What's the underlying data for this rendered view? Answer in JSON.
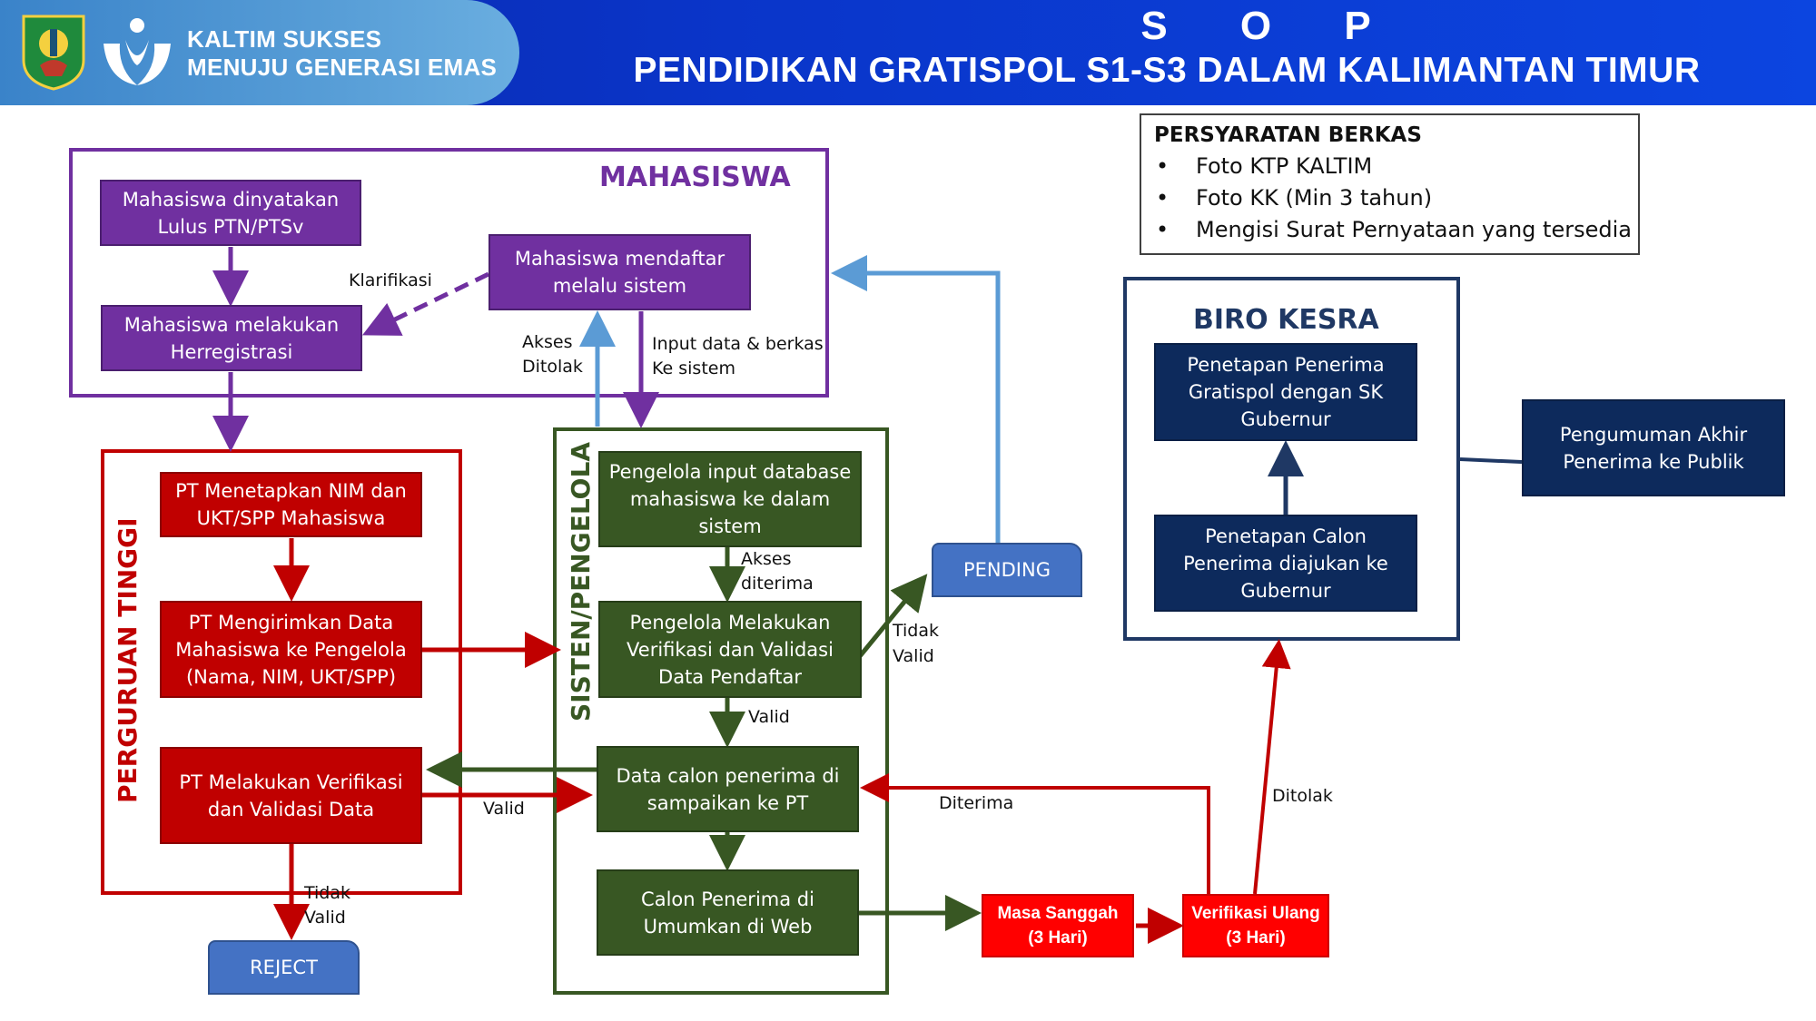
{
  "header": {
    "tagline_line1": "KALTIM SUKSES",
    "tagline_line2": "MENUJU GENERASI EMAS",
    "sop": "S O P",
    "title": "PENDIDIKAN GRATISPOL S1-S3 DALAM KALIMANTAN TIMUR"
  },
  "requirements": {
    "title": "PERSYARATAN BERKAS",
    "items": [
      "Foto KTP KALTIM",
      "Foto KK (Min 3 tahun)",
      "Mengisi Surat Pernyataan yang tersedia"
    ]
  },
  "sections": {
    "mahasiswa": "MAHASISWA",
    "perguruan_tinggi": "PERGURUAN TINGGI",
    "sistem": "SISTEN/PENGELOLA",
    "biro": "BIRO KESRA"
  },
  "boxes": {
    "lulus": "Mahasiswa dinyatakan Lulus PTN/PTSv",
    "herregistrasi": "Mahasiswa melakukan Herregistrasi",
    "mendaftar": "Mahasiswa mendaftar melalu sistem",
    "pt_nim": "PT Menetapkan NIM dan UKT/SPP Mahasiswa",
    "pt_kirim": "PT Mengirimkan Data Mahasiswa ke Pengelola (Nama, NIM, UKT/SPP)",
    "pt_verif": "PT Melakukan Verifikasi dan Validasi Data",
    "input_db": "Pengelola input database mahasiswa ke dalam sistem",
    "verif_pendaftar": "Pengelola Melakukan Verifikasi dan Validasi Data Pendaftar",
    "data_calon": "Data calon penerima di sampaikan ke PT",
    "umumkan": "Calon Penerima di Umumkan di Web",
    "masa_sanggah": "Masa Sanggah (3 Hari)",
    "verif_ulang": "Verifikasi Ulang (3 Hari)",
    "penetapan_sk": "Penetapan Penerima Gratispol dengan SK Gubernur",
    "penetapan_calon": "Penetapan Calon Penerima diajukan ke Gubernur",
    "pengumuman": "Pengumuman Akhir Penerima ke Publik",
    "pending": "PENDING",
    "reject": "REJECT"
  },
  "labels": {
    "klarifikasi": "Klarifikasi",
    "akses_ditolak_1": "Akses",
    "akses_ditolak_2": "Ditolak",
    "input_data_1": "Input data & berkas",
    "input_data_2": "Ke sistem",
    "akses_diterima_1": "Akses",
    "akses_diterima_2": "diterima",
    "tidak_valid_a1": "Tidak",
    "tidak_valid_a2": "Valid",
    "valid_green": "Valid",
    "valid_red": "Valid",
    "diterima": "Diterima",
    "ditolak": "Ditolak",
    "tidak_valid_b1": "Tidak",
    "tidak_valid_b2": "Valid"
  },
  "colors": {
    "purple": "#7030a0",
    "red": "#c00000",
    "green": "#385723",
    "navy": "#0d2a5c",
    "blue_arrow": "#5b9bd5",
    "tab_blue": "#4472c4"
  }
}
